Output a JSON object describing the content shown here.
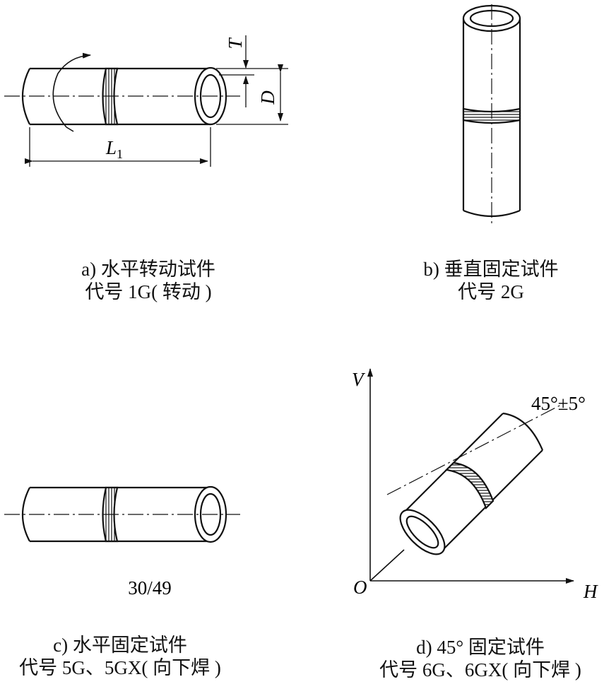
{
  "panels": {
    "a": {
      "line1": "a) 水平转动试件",
      "line2": "代号 1G( 转动 )"
    },
    "b": {
      "line1": "b) 垂直固定试件",
      "line2": "代号 2G"
    },
    "c": {
      "line1": "c) 水平固定试件",
      "line2": "代号 5G、5GX( 向下焊 )"
    },
    "d": {
      "line1": "d) 45° 固定试件",
      "line2": "代号 6G、6GX( 向下焊 )"
    }
  },
  "dimensions": {
    "thickness": "T",
    "diameter": "D",
    "length": "L",
    "length_sub": "1"
  },
  "axes": {
    "vertical": "V",
    "horizontal": "H",
    "origin": "O",
    "angle": "45°±5°"
  },
  "page_number": "30/49"
}
